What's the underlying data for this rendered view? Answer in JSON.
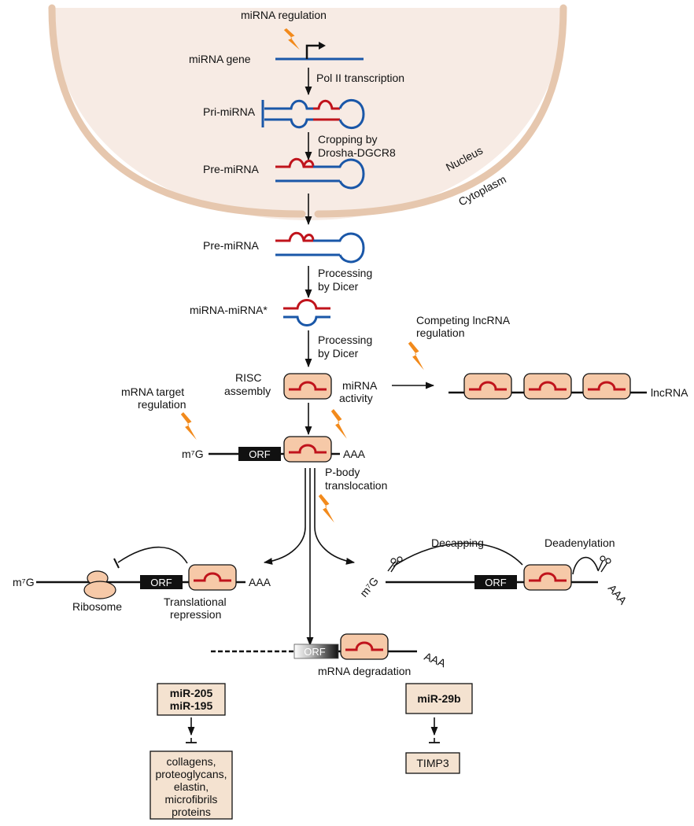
{
  "labels": {
    "mirna_regulation": "miRNA regulation",
    "mirna_gene": "miRNA gene",
    "pol2": "Pol II transcription",
    "pri_mirna": "Pri-miRNA",
    "cropping_1": "Cropping by",
    "cropping_2": "Drosha-DGCR8",
    "pre_mirna_nuc": "Pre-miRNA",
    "nucleus": "Nucleus",
    "cytoplasm": "Cytoplasm",
    "pre_mirna_cyto": "Pre-miRNA",
    "processing1_1": "Processing",
    "processing1_2": "by Dicer",
    "duplex": "miRNA-miRNA*",
    "processing2_1": "Processing",
    "processing2_2": "by Dicer",
    "competing_1": "Competing lncRNA",
    "competing_2": "regulation",
    "risc_1": "RISC",
    "risc_2": "assembly",
    "activity_1": "miRNA",
    "activity_2": "activity",
    "target_1": "mRNA target",
    "target_2": "regulation",
    "lncrna": "lncRNA",
    "m7g_center": "m⁷G",
    "orf": "ORF",
    "aaa": "AAA",
    "pbody_1": "P-body",
    "pbody_2": "translocation",
    "m7g_left": "m⁷G",
    "ribosome": "Ribosome",
    "trans_rep_1": "Translational",
    "trans_rep_2": "repression",
    "decapping": "Decapping",
    "deadenylation": "Deadenylation",
    "m7g_right": "m⁷G",
    "degradation": "mRNA degradation",
    "box1_line1": "miR-205",
    "box1_line2": "miR-195",
    "box2": "miR-29b",
    "box3_lines": [
      "collagens,",
      "proteoglycans,",
      "elastin,",
      "microfibrils",
      "proteins"
    ],
    "box4": "TIMP3"
  },
  "colors": {
    "nucleus_fill": "#f7ebe4",
    "membrane": "#e6c7ae",
    "mirna_blue": "#1a57a8",
    "mirna_red": "#c0141c",
    "risc_fill": "#f6c9a8",
    "lightning": "#f28a1c",
    "box_fill": "#f4e2d0"
  }
}
